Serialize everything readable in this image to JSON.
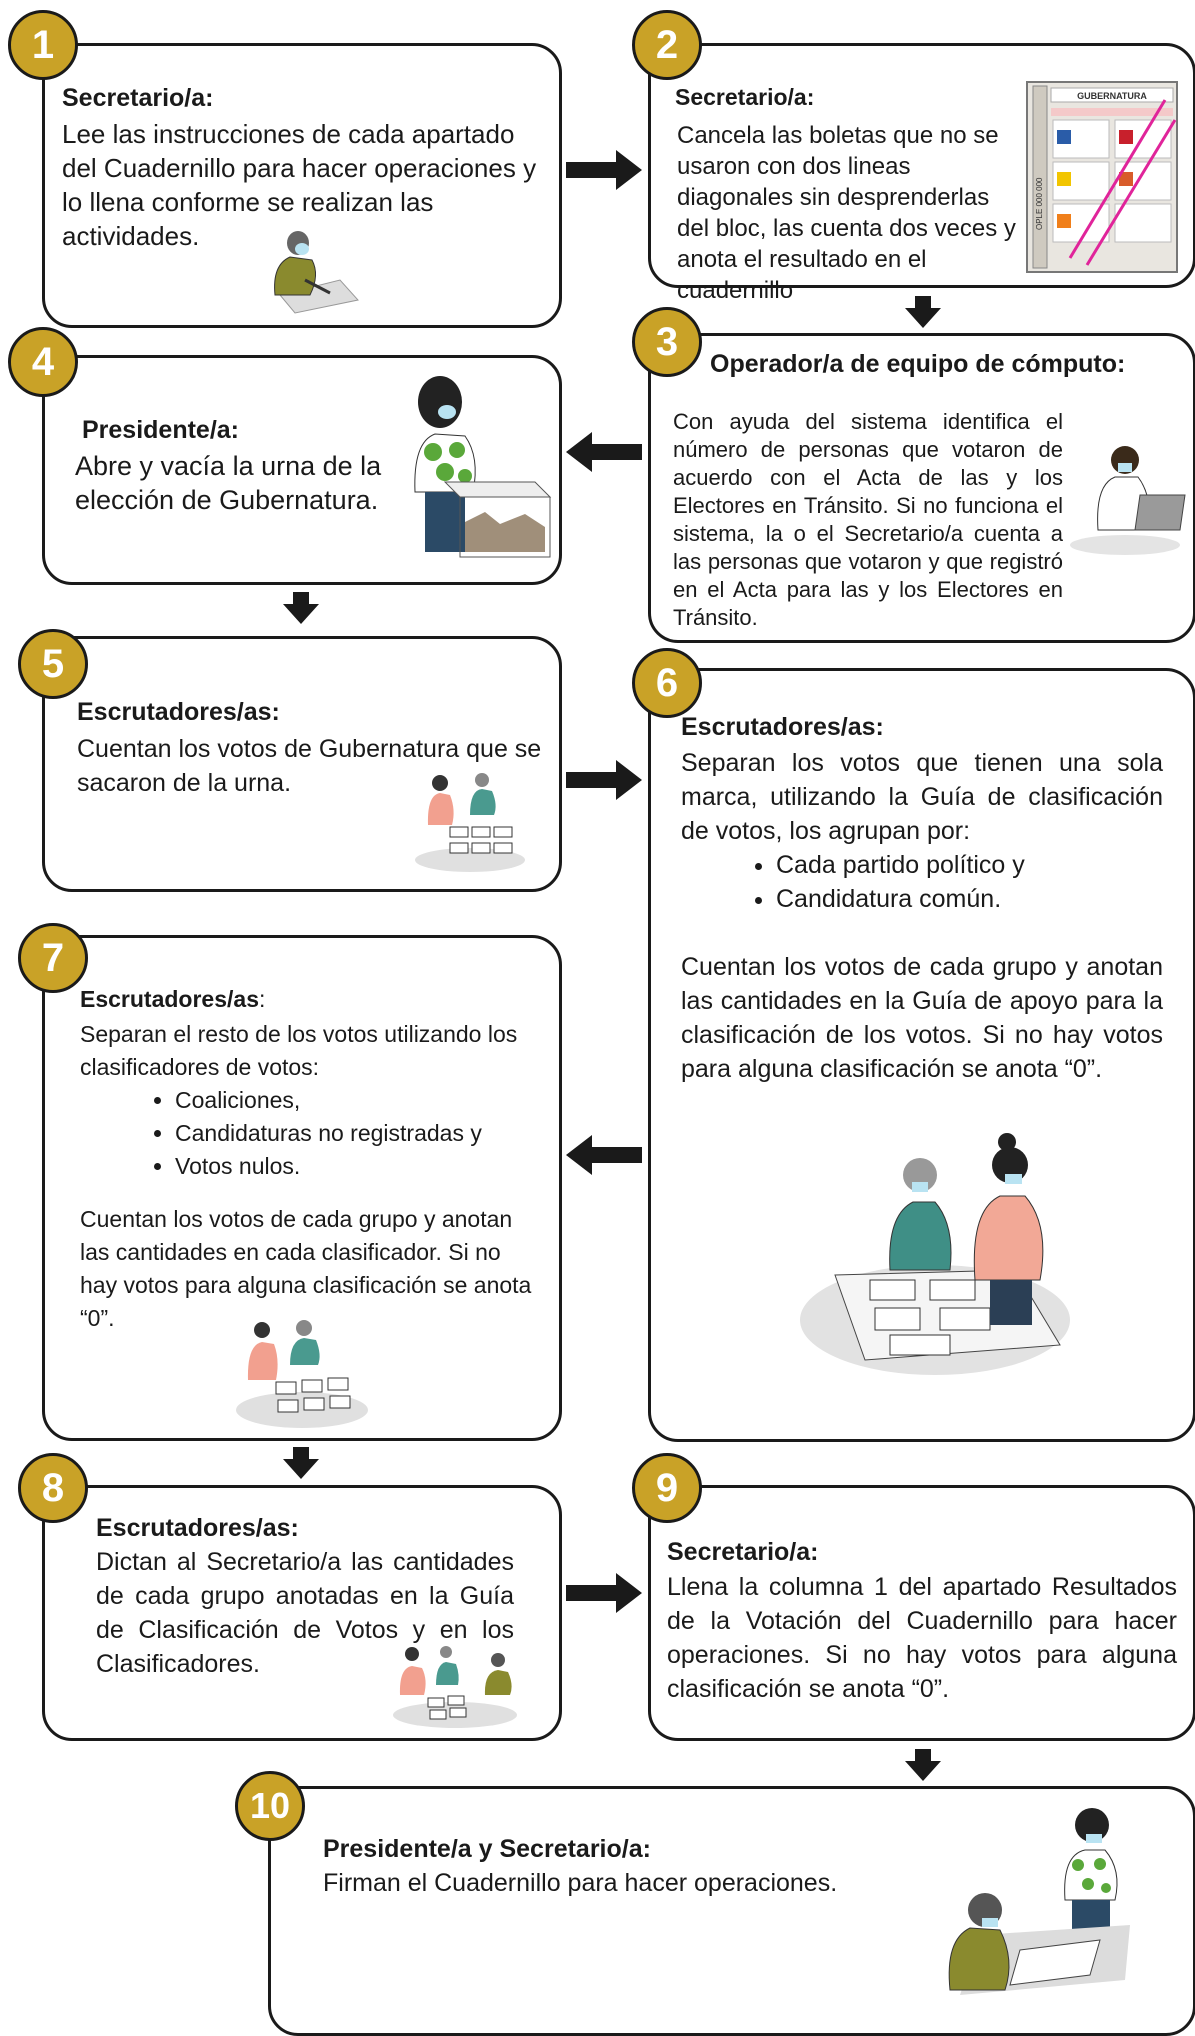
{
  "accent_color": "#c9a227",
  "steps": [
    {
      "n": "1",
      "role": "Secretario/a:",
      "text": "Lee las instrucciones de cada apartado del Cuadernillo para hacer operaciones y lo llena conforme se realizan las actividades."
    },
    {
      "n": "2",
      "role": "Secretario/a:",
      "text": "Cancela las boletas que no se usaron con dos lineas diagonales sin desprenderlas del bloc, las cuenta dos veces y anota el resultado en el cuadernillo"
    },
    {
      "n": "3",
      "role": "Operador/a de equipo de cómputo:",
      "text": "Con ayuda del sistema identifica el número de personas que votaron de acuerdo con el Acta de las y los Electores en Tránsito. Si no funciona el sistema, la o el Secretario/a cuenta a las personas que votaron y que registró en el Acta para las y los Electores en Tránsito."
    },
    {
      "n": "4",
      "role": "Presidente/a:",
      "text": "Abre y vacía la urna de la elección de Gubernatura."
    },
    {
      "n": "5",
      "role": "Escrutadores/as:",
      "text": "Cuentan los votos de Gubernatura que se sacaron de la urna."
    },
    {
      "n": "6",
      "role": "Escrutadores/as:",
      "text": "Separan los votos que tienen una sola marca, utilizando la Guía de clasificación de votos, los agrupan por:",
      "bullets": [
        "Cada partido político y",
        "Candidatura común."
      ],
      "text2": "Cuentan los votos de cada grupo y anotan las cantidades en la Guía de apoyo para la clasificación de los votos. Si no hay votos para alguna clasificación se anota “0”."
    },
    {
      "n": "7",
      "role": "Escrutadores/as",
      "role_suffix": ":",
      "text": "Separan el resto de los votos utilizando los clasificadores de votos:",
      "bullets": [
        "Coaliciones,",
        "Candidaturas no registradas y",
        "Votos nulos."
      ],
      "text2": "Cuentan los votos de cada grupo y anotan las cantidades en cada clasificador. Si no hay votos para alguna clasificación se anota “0”."
    },
    {
      "n": "8",
      "role": "Escrutadores/as:",
      "text": "Dictan al Secretario/a las cantidades de cada grupo anotadas en la Guía de Clasificación de Votos y en los Clasificadores."
    },
    {
      "n": "9",
      "role": "Secretario/a:",
      "text": "Llena la columna 1 del apartado Resultados de la Votación del Cuadernillo para hacer operaciones. Si no hay votos para alguna clasificación se anota “0”."
    },
    {
      "n": "10",
      "role": "Presidente/a y Secretario/a:",
      "text": "Firman el Cuadernillo para hacer operaciones."
    }
  ],
  "ballot": {
    "title": "GUBERNATURA",
    "side_label": "OPLE 000 000"
  }
}
